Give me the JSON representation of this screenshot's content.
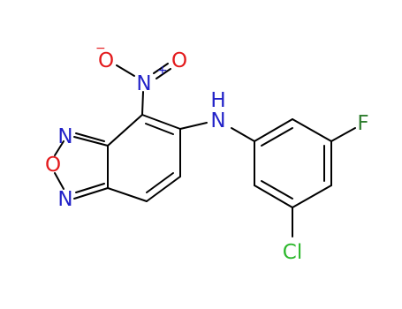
{
  "molecule": {
    "atoms": {
      "n_ring_top": "N",
      "o_ring": "O",
      "n_ring_bottom": "N",
      "n_nitro": "N",
      "o_nitro_minus": "O",
      "o_nitro_double": "O",
      "nitro_plus_charge": "+",
      "nitro_minus_charge": "−",
      "nh_amine": "N",
      "h_amine": "H",
      "fluorine": "F",
      "chlorine": "Cl"
    }
  },
  "colors": {
    "bond": "#000000",
    "nitrogen": "#2222c8",
    "oxygen": "#e31a1c",
    "fluorine": "#2e7d2e",
    "chlorine": "#2db82d"
  }
}
